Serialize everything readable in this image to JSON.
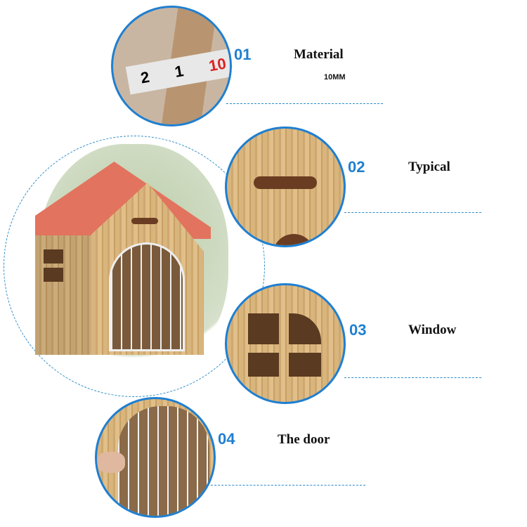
{
  "features": [
    {
      "number": "01",
      "title": "Material",
      "detail": "10MM"
    },
    {
      "number": "02",
      "title": "Typical"
    },
    {
      "number": "03",
      "title": "Window"
    },
    {
      "number": "04",
      "title": "The door"
    }
  ],
  "tape_measure": {
    "marks": [
      "2",
      "1",
      "10"
    ]
  },
  "colors": {
    "accent": "#1f7fd0",
    "roof": "#e2735e",
    "wood": "#d9b57e"
  }
}
